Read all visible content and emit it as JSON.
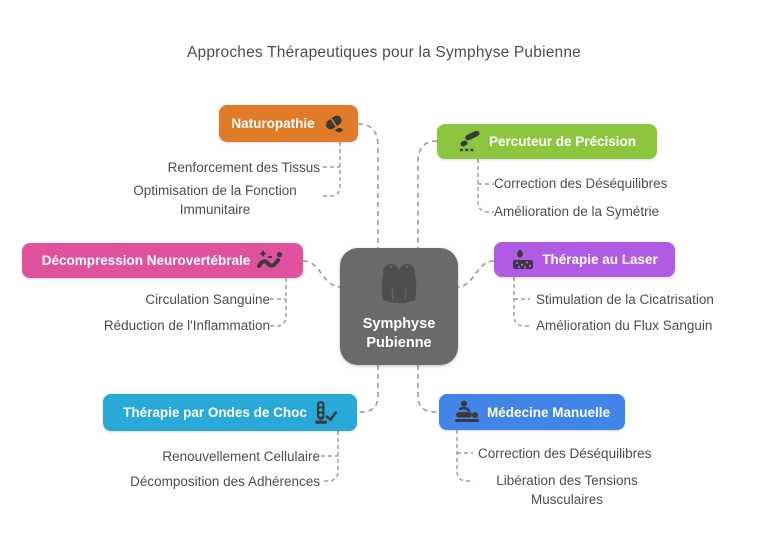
{
  "title": "Approches Thérapeutiques pour la Symphyse Pubienne",
  "center": {
    "line1": "Symphyse",
    "line2": "Pubienne",
    "color": "#6a6a6a",
    "icon": "torso-icon"
  },
  "connector_color": "#9a9a9a",
  "branches": [
    {
      "label": "Naturopathie",
      "color": "#e07b28",
      "icon": "capsule-icon",
      "items": [
        "Renforcement des Tissus",
        "Optimisation de la Fonction Immunitaire"
      ]
    },
    {
      "label": "Percuteur de Précision",
      "color": "#8cc63f",
      "icon": "percussion-tool-icon",
      "items": [
        "Correction des Déséquilibres",
        "Amélioration de la Symétrie"
      ]
    },
    {
      "label": "Décompression Neurovertébrale",
      "color": "#e0519e",
      "icon": "spine-wave-icon",
      "items": [
        "Circulation Sanguine",
        "Réduction de l'Inflammation"
      ]
    },
    {
      "label": "Thérapie au Laser",
      "color": "#b15be5",
      "icon": "laser-skin-icon",
      "items": [
        "Stimulation de la Cicatrisation",
        "Amélioration du Flux Sanguin"
      ]
    },
    {
      "label": "Thérapie par Ondes de Choc",
      "color": "#29a9d8",
      "icon": "shockwave-device-icon",
      "items": [
        "Renouvellement Cellulaire",
        "Décomposition des Adhérences"
      ]
    },
    {
      "label": "Médecine Manuelle",
      "color": "#4285e8",
      "icon": "massage-icon",
      "items": [
        "Correction des Déséquilibres",
        "Libération des Tensions Musculaires"
      ]
    }
  ]
}
